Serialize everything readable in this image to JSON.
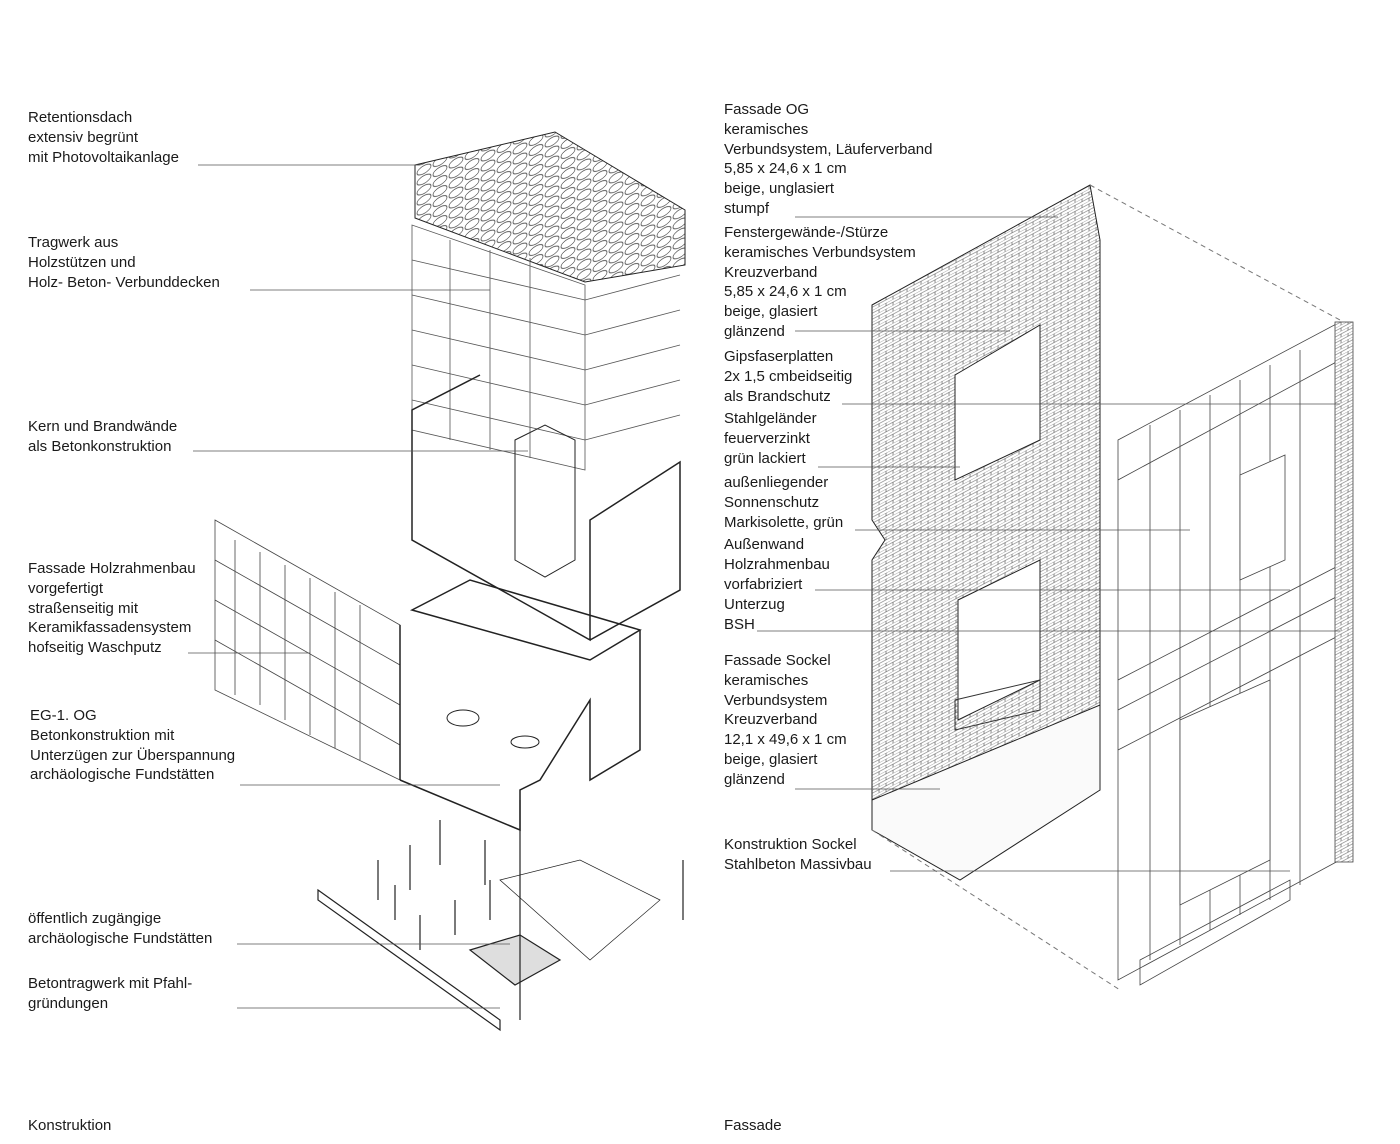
{
  "konstruktion": {
    "caption": "Konstruktion",
    "labels": [
      {
        "lines": [
          "Retentionsdach",
          "extensiv begrünt",
          "mit Photovoltaikanlage"
        ]
      },
      {
        "lines": [
          "Tragwerk aus",
          "Holzstützen und",
          "Holz- Beton- Verbunddecken"
        ]
      },
      {
        "lines": [
          "Kern und Brandwände",
          "als Betonkonstruktion"
        ]
      },
      {
        "lines": [
          "Fassade Holzrahmenbau",
          "vorgefertigt",
          "straßenseitig mit",
          "Keramikfassadensystem",
          "hofseitig Waschputz"
        ]
      },
      {
        "lines": [
          "EG-1. OG",
          "Betonkonstruktion mit",
          "Unterzügen zur Überspannung",
          "archäologische Fundstätten"
        ]
      },
      {
        "lines": [
          "öffentlich zugängige",
          "archäologische Fundstätten"
        ]
      },
      {
        "lines": [
          "Betontragwerk mit Pfahl-",
          "gründungen"
        ]
      }
    ]
  },
  "fassade": {
    "caption": "Fassade",
    "labels": [
      {
        "lines": [
          "Fassade OG",
          "keramisches",
          "Verbundsystem, Läuferverband",
          "5,85 x 24,6 x 1 cm",
          "beige, unglasiert",
          "stumpf"
        ]
      },
      {
        "lines": [
          "Fenstergewände-/Stürze",
          "keramisches Verbundsystem",
          "Kreuzverband",
          "5,85 x 24,6 x 1 cm",
          "beige, glasiert",
          "glänzend"
        ]
      },
      {
        "lines": [
          "Gipsfaserplatten",
          "2x 1,5 cmbeidseitig",
          "als Brandschutz"
        ]
      },
      {
        "lines": [
          "Stahlgeländer",
          "feuerverzinkt",
          "grün lackiert"
        ]
      },
      {
        "lines": [
          "außenliegender",
          "Sonnenschutz",
          "Markisolette, grün"
        ]
      },
      {
        "lines": [
          "Außenwand",
          "Holzrahmenbau",
          "vorfabriziert"
        ]
      },
      {
        "lines": [
          "Unterzug",
          "BSH"
        ]
      },
      {
        "lines": [
          "Fassade Sockel",
          "keramisches",
          "Verbundsystem",
          "Kreuzverband",
          "12,1 x 49,6 x 1 cm",
          "beige, glasiert",
          "glänzend"
        ]
      },
      {
        "lines": [
          "Konstruktion Sockel",
          "Stahlbeton Massivbau"
        ]
      }
    ]
  }
}
